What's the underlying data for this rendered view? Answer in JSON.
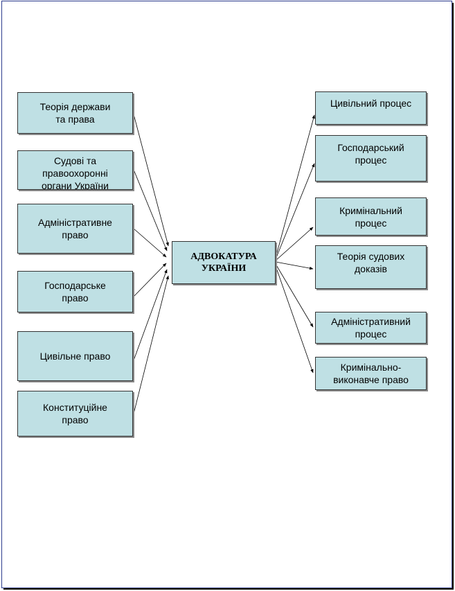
{
  "center": {
    "label": "АДВОКАТУРА\nУКРАЇНИ"
  },
  "left_boxes": [
    {
      "label": "Теорія держави\nта права"
    },
    {
      "label": "Судові та\nправоохоронні\nоргани України"
    },
    {
      "label": "Адміністративне\nправо"
    },
    {
      "label": "Господарське\nправо"
    },
    {
      "label": "Цивільне право"
    },
    {
      "label": "Конституційне\nправо"
    }
  ],
  "right_boxes": [
    {
      "label": "Цивільний процес"
    },
    {
      "label": "Господарський\nпроцес"
    },
    {
      "label": "Кримінальний\nпроцес"
    },
    {
      "label": "Теорія судових\nдоказів"
    },
    {
      "label": "Адміністративний\nпроцес"
    },
    {
      "label": "Кримінально-\nвиконавче право"
    }
  ],
  "colors": {
    "box_fill": "#bfe0e4",
    "border": "#333333",
    "frame": "#2b3a8c"
  }
}
